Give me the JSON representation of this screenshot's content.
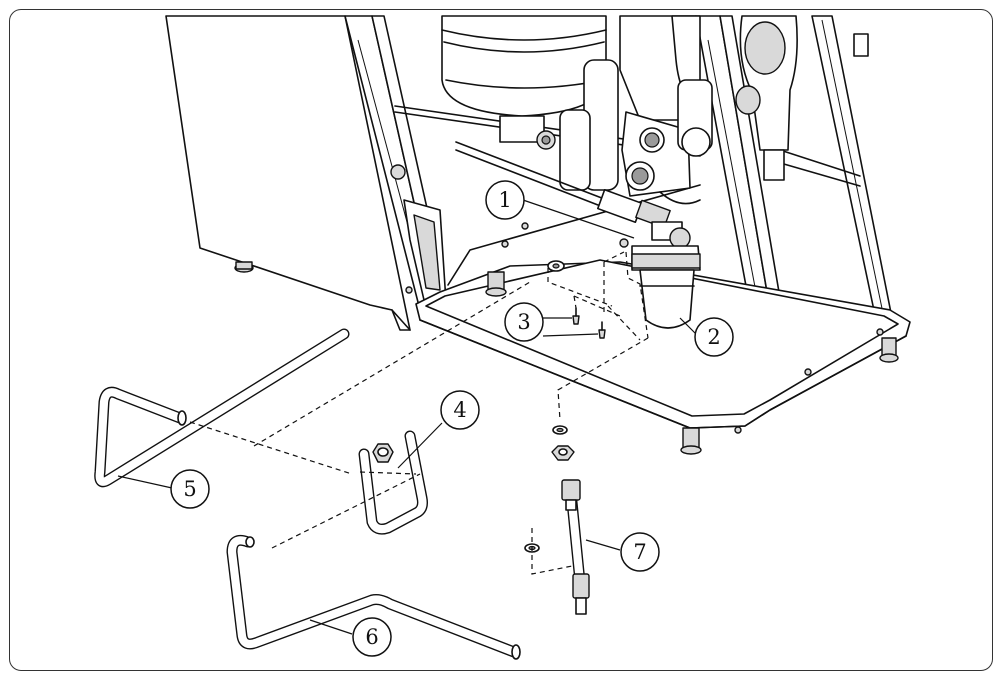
{
  "callouts": [
    {
      "id": "1",
      "label": "1"
    },
    {
      "id": "2",
      "label": "2"
    },
    {
      "id": "3",
      "label": "3"
    },
    {
      "id": "4",
      "label": "4"
    },
    {
      "id": "5",
      "label": "5"
    },
    {
      "id": "6",
      "label": "6"
    },
    {
      "id": "7",
      "label": "7"
    }
  ],
  "colors": {
    "line": "#111111",
    "background": "#ffffff",
    "shade": "#d9d9d9"
  }
}
